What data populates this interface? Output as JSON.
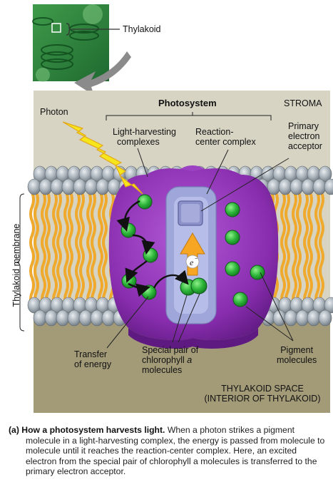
{
  "labels": {
    "thylakoid": "Thylakoid",
    "photosystem": "Photosystem",
    "stroma": "STROMA",
    "photon": "Photon",
    "light_harvesting": [
      "Light-harvesting",
      "complexes"
    ],
    "reaction_center": [
      "Reaction-",
      "center complex"
    ],
    "primary_acceptor": [
      "Primary",
      "electron",
      "acceptor"
    ],
    "electron": "e",
    "electron_sup": "−",
    "thylakoid_membrane": "Thylakoid membrane",
    "transfer": [
      "Transfer",
      "of energy"
    ],
    "special_pair": [
      "Special pair of",
      "chlorophyll ",
      "a",
      "molecules"
    ],
    "pigment": [
      "Pigment",
      "molecules"
    ],
    "thylakoid_space": [
      "THYLAKOID SPACE",
      "(INTERIOR OF THYLAKOID)"
    ]
  },
  "caption": {
    "tag": "(a)",
    "title": "How a photosystem harvests light.",
    "body": "When a photon strikes a pigment molecule in a light-harvesting complex, the energy is passed from molecule to molecule until it reaches the reaction-center complex. Here, an excited electron from the special pair of chlorophyll a molecules is transferred to the primary electron acceptor."
  },
  "colors": {
    "background_panel": "#d9d6c8",
    "stroma": "#d6d3c3",
    "thylakoid_space": "#a39b78",
    "phospholipid_head": "#9aa4ad",
    "lipid_tail": "#f2b13c",
    "protein": "#8a2fb0",
    "reaction_center": "#9ea6da",
    "pigment": "#2fb43a",
    "photon": "#f5e21a",
    "arrow_gray": "#8b8b8b"
  }
}
